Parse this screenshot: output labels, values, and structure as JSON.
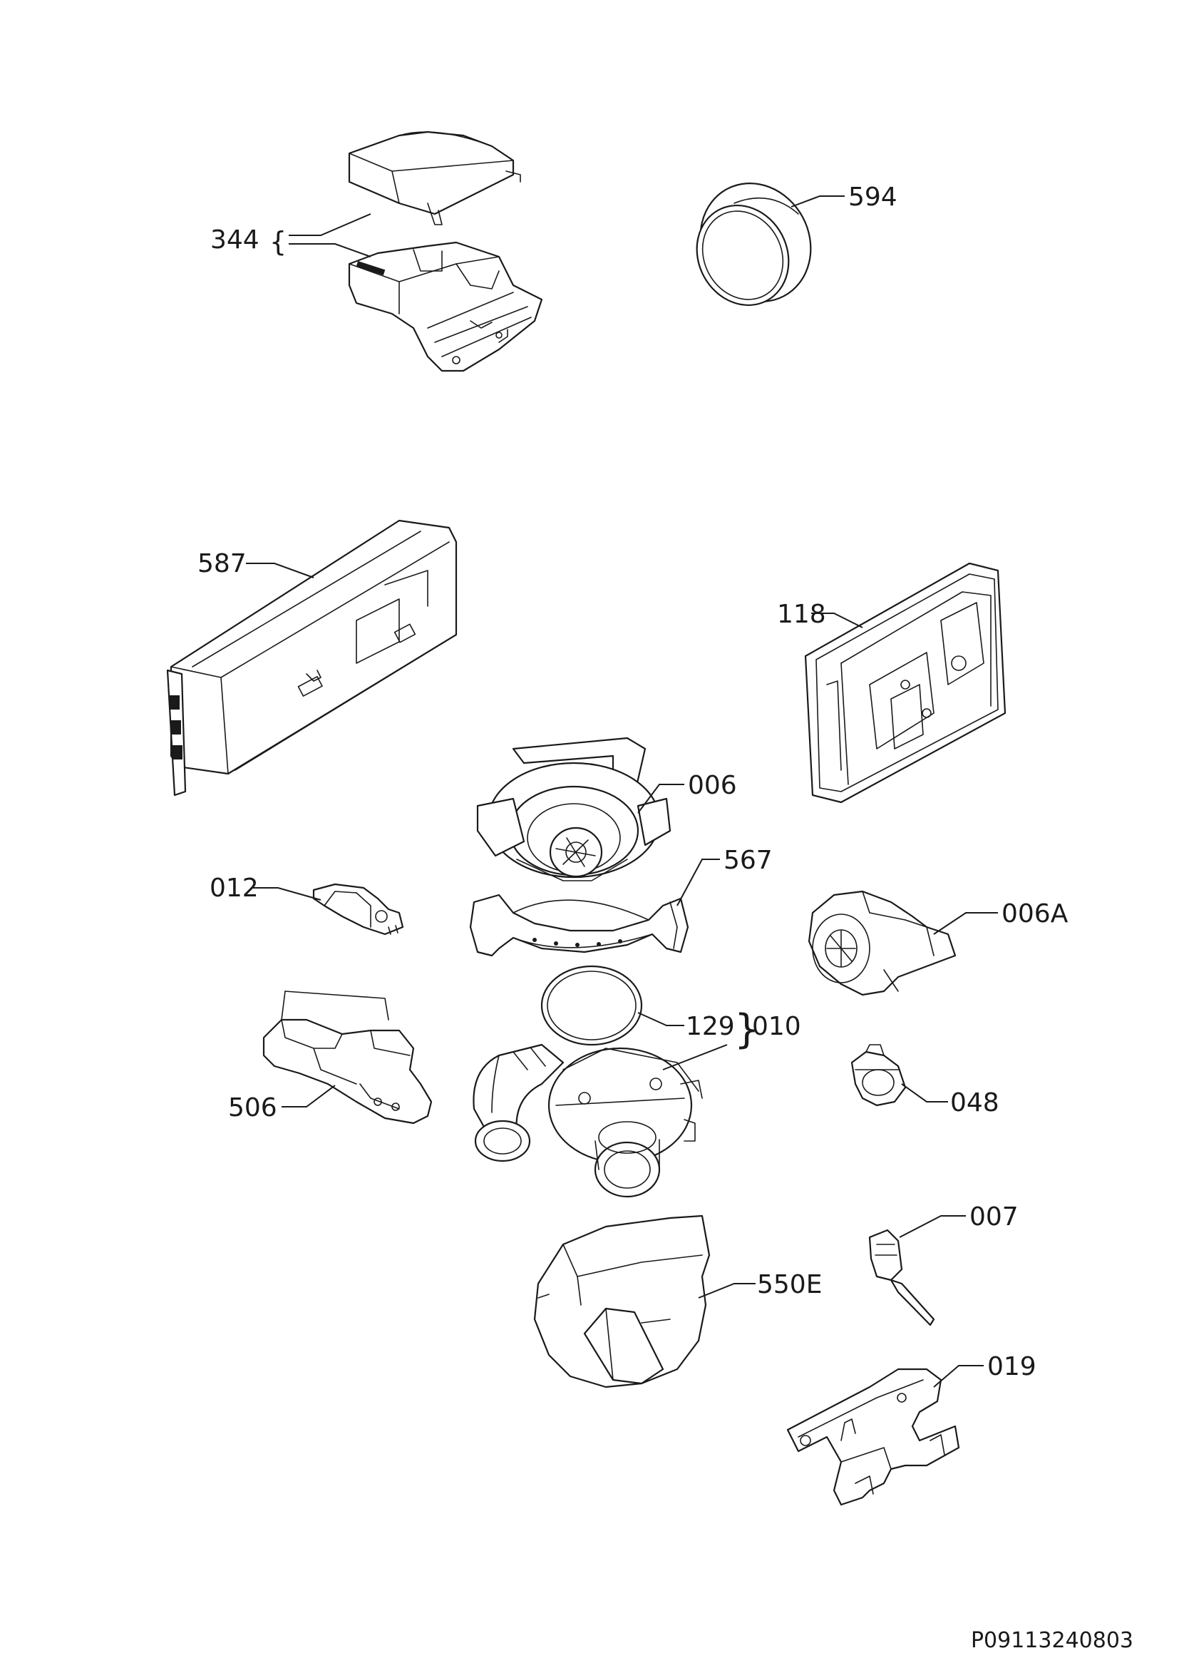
{
  "document_id": "P09113240803",
  "parts": [
    {
      "id": "part-344",
      "label": "344"
    },
    {
      "id": "part-594",
      "label": "594"
    },
    {
      "id": "part-587",
      "label": "587"
    },
    {
      "id": "part-118",
      "label": "118"
    },
    {
      "id": "part-006",
      "label": "006"
    },
    {
      "id": "part-567",
      "label": "567"
    },
    {
      "id": "part-012",
      "label": "012"
    },
    {
      "id": "part-006A",
      "label": "006A"
    },
    {
      "id": "part-129",
      "label": "129"
    },
    {
      "id": "part-010",
      "label": "010"
    },
    {
      "id": "part-506",
      "label": "506"
    },
    {
      "id": "part-048",
      "label": "048"
    },
    {
      "id": "part-007",
      "label": "007"
    },
    {
      "id": "part-550E",
      "label": "550E"
    },
    {
      "id": "part-019",
      "label": "019"
    }
  ]
}
